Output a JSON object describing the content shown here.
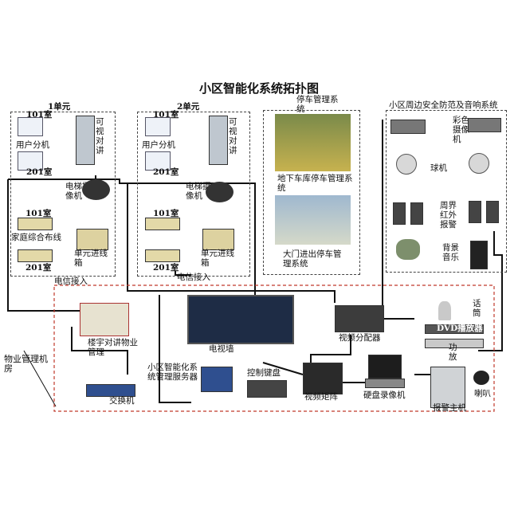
{
  "title": "小区智能化系统拓扑图",
  "unit1": {
    "name": "1单元",
    "room_upper": "101室",
    "room_lower": "201室",
    "user_ext": "用户分机",
    "intercom": "可视对讲",
    "elevator_cam": "电梯摄像机",
    "room_upper2": "101室",
    "room_lower2": "201室",
    "home_wiring": "家庭综合布线",
    "junction_box": "单元进线箱",
    "telecom_in": "电信接入"
  },
  "unit2": {
    "name": "2单元",
    "room_upper": "101室",
    "room_lower": "201室",
    "user_ext": "用户分机",
    "intercom": "可视对讲",
    "elevator_cam": "电梯摄像机",
    "room_upper2": "101室",
    "room_lower2": "201室",
    "junction_box": "单元进线箱",
    "telecom_in": "电信接入"
  },
  "parking": {
    "title": "停车管理系统",
    "underground": "地下车库停车管理系统",
    "gate": "大门进出停车管理系统"
  },
  "perimeter": {
    "title": "小区周边安全防范及音响系统",
    "color_cam": "彩色摄像机",
    "dome_cam": "球机",
    "infrared": "周界红外报警",
    "music": "背景音乐"
  },
  "control_room": {
    "label": "物业管理机房",
    "intercom_mgmt": "楼宇对讲物业管理",
    "tv_wall": "电视墙",
    "video_dist": "视频分配器",
    "microphone": "话筒",
    "dvd": "DVD播放器",
    "amplifier": "功放",
    "server": "小区智能化系统管理服务器",
    "keyboard": "控制键盘",
    "matrix": "视频矩阵",
    "dvr": "硬盘录像机",
    "speaker": "喇叭",
    "alarm_host": "报警主机",
    "switch": "交换机"
  },
  "colors": {
    "line": "#111111",
    "dashed_red": "#c0392b",
    "panel_border": "#444444",
    "screen_blue": "#2f4f8f",
    "device_grey": "#8a8a8a"
  }
}
